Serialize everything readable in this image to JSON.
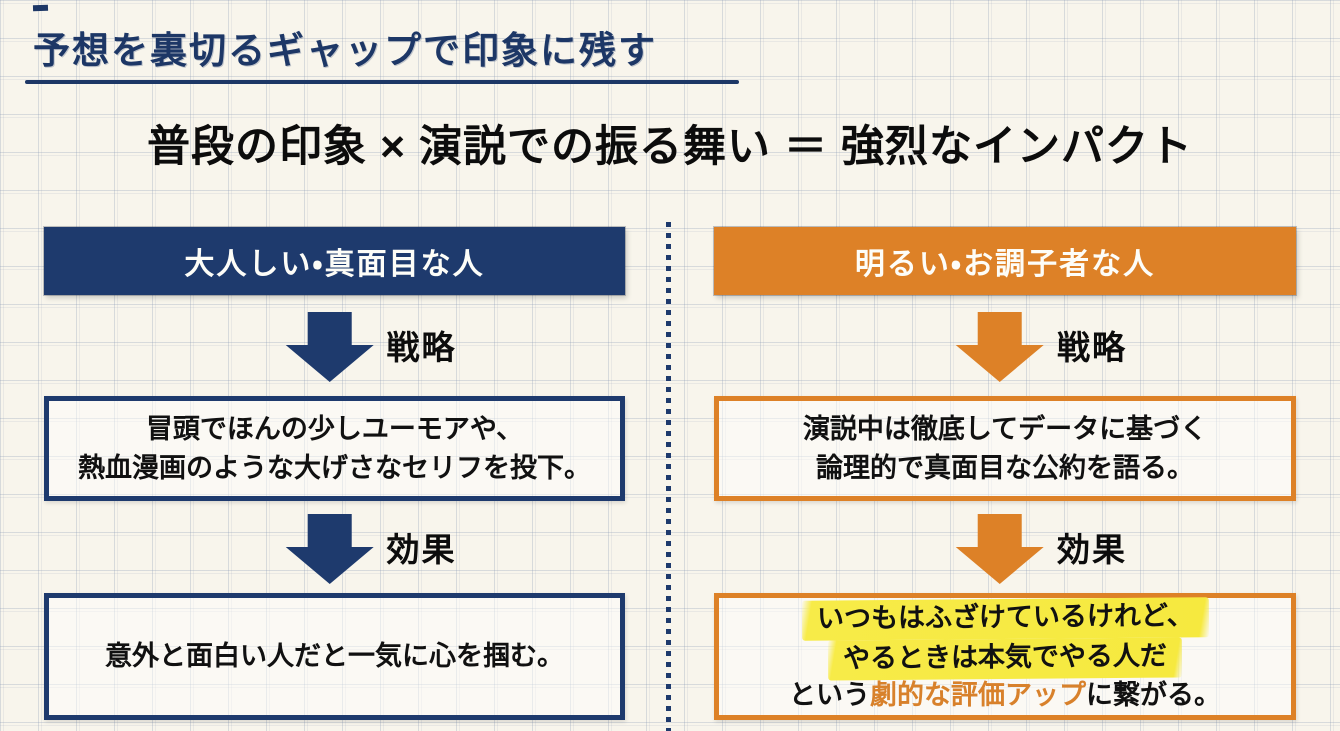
{
  "page": {
    "title": "予想を裏切るギャップで印象に残す",
    "subtitle": "普段の印象 × 演説での振る舞い ＝ 強烈なインパクト"
  },
  "colors": {
    "navy": "#1e3a6d",
    "orange": "#dd8127",
    "title_navy": "#1d3766",
    "highlight_yellow": "#f6e93f",
    "accent_text_orange": "#d8812b",
    "paper_background": "#f8f5ec"
  },
  "left_column": {
    "header": "大人しい・真面目な人",
    "strategy_arrow_label": "戦略",
    "strategy_line1": "冒頭でほんの少しユーモアや、",
    "strategy_line2": "熱血漫画のような大げさなセリフを投下。",
    "effect_arrow_label": "効果",
    "effect_text": "意外と面白い人だと一気に心を掴む。"
  },
  "right_column": {
    "header": "明るい・お調子者な人",
    "strategy_arrow_label": "戦略",
    "strategy_line1": "演説中は徹底してデータに基づく",
    "strategy_line2": "論理的で真面目な公約を語る。",
    "effect_arrow_label": "効果",
    "effect_highlight_line1": "いつもはふざけているけれど、",
    "effect_highlight_line2": "やるときは本気でやる人だ",
    "effect_line3_prefix": "という",
    "effect_line3_accent": "劇的な評価アップ",
    "effect_line3_suffix": "に繋がる。"
  }
}
